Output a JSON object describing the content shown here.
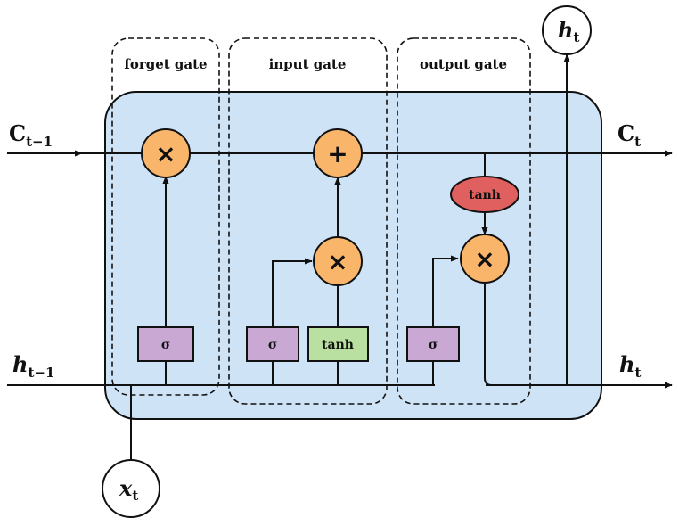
{
  "gates": {
    "forget": "forget gate",
    "input": "input gate",
    "output": "output gate"
  },
  "operators": {
    "multiply": "×",
    "add": "+"
  },
  "boxes": {
    "sigma": "σ",
    "tanh": "tanh"
  },
  "variables": {
    "c_prev_main": "C",
    "c_prev_sub": "t−1",
    "c_out_main": "C",
    "c_out_sub": "t",
    "h_prev_main": "h",
    "h_prev_sub": "t−1",
    "h_out_main": "h",
    "h_out_sub": "t",
    "h_top_main": "h",
    "h_top_sub": "t",
    "x_main": "x",
    "x_sub": "t"
  },
  "colors": {
    "cell_fill": "#cfe3f7",
    "op_fill": "#f9b56a",
    "sigma_fill": "#c9a8d4",
    "tanh_box_fill": "#b9e0a0",
    "tanh_ellipse_fill": "#e06060"
  }
}
